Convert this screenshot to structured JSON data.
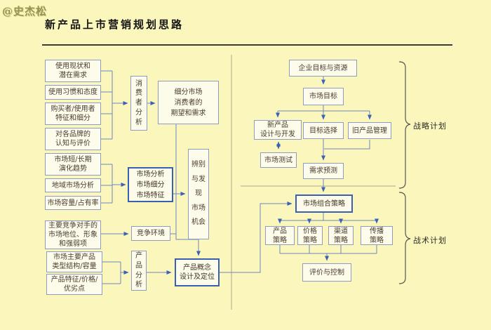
{
  "watermark": "@史杰松",
  "title": "新产品上市营销规划思路",
  "section_labels": {
    "strategic": "战略计划",
    "tactical": "战术计划"
  },
  "nodes": {
    "usage_status": "使用现状和\n潜在需求",
    "usage_habits": "使用习惯和态度",
    "buyer_traits": "购买者/使用者\n特征和细分",
    "brand_perception": "对各品牌的\n认知与评价",
    "market_trend": "市场短/长期\n演化趋势",
    "regional_market": "地域市场分析",
    "market_capacity": "市场容量/占有率",
    "competitors": "主要竞争对手的\n市场地位、形象\n和强弱项",
    "main_products": "市场主要产品\n类型结构/容量",
    "product_features": "产品特征/价格/\n优劣点",
    "consumer_analysis": "消\n费\n者\n分\n析",
    "segment_needs": "细分市场\n消费者的\n期望和需求",
    "market_analysis": "市场分析\n市场细分\n市场特征",
    "competitive_env": "竞争环境",
    "product_analysis": "产\n品\n分\n析",
    "identify_opportunity": "辨别\n与发\n现\n市场\n机会",
    "concept_positioning": "产品概念\n设计及定位",
    "corporate_goals": "企业目标与资源",
    "market_goals": "市场目标",
    "npd": "新产品\n设计与开发",
    "target_selection": "目标选择",
    "old_product_mgmt": "旧产品管理",
    "market_test": "市场测试",
    "demand_forecast": "需求预测",
    "marketing_mix": "市场组合策略",
    "product_strategy": "产品\n策略",
    "price_strategy": "价格\n策略",
    "channel_strategy": "渠道\n策略",
    "communication_strategy": "传播\n策略",
    "evaluation_control": "评价与控制"
  },
  "colors": {
    "background": "#fbf7bc",
    "box_fill": "#fdfbe9",
    "box_border": "#8d9cc0",
    "emphasis_border": "#3a5fae",
    "line": "#6e85bb",
    "arrowhead": "#3b62b5",
    "text": "#4a3c34"
  }
}
